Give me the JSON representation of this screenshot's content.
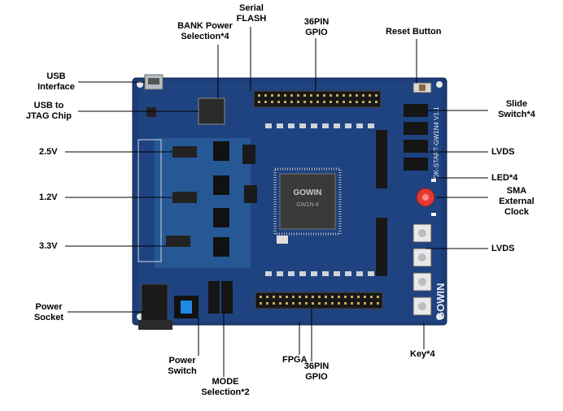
{
  "labels": {
    "usb_interface": "USB\nInterface",
    "usb_jtag": "USB to\nJTAG Chip",
    "v25": "2.5V",
    "v12": "1.2V",
    "v33": "3.3V",
    "power_socket": "Power\nSocket",
    "power_switch": "Power\nSwitch",
    "mode_selection": "MODE\nSelection*2",
    "fpga": "FPGA",
    "gpio_bottom": "36PIN\nGPIO",
    "key": "Key*4",
    "lvds_bottom": "LVDS",
    "sma": "SMA\nExternal\nClock",
    "led": "LED*4",
    "lvds_top": "LVDS",
    "slide_switch": "Slide\nSwitch*4",
    "reset_button": "Reset Button",
    "gpio_top": "36PIN\nGPIO",
    "serial_flash": "Serial\nFLASH",
    "bank_power": "BANK Power\nSelection*4"
  },
  "board": {
    "silkscreen_title": "DK-START-GW1N4 V1.1",
    "chip_brand": "GOWIN",
    "chip_part": "GW1N-4",
    "brand_logo": "GOWIN",
    "pcb_color": "#1a3f7a",
    "pcb_light": "#2a5aa0",
    "power_switch_color": "#1e88e5",
    "sma_color": "#e53935"
  }
}
